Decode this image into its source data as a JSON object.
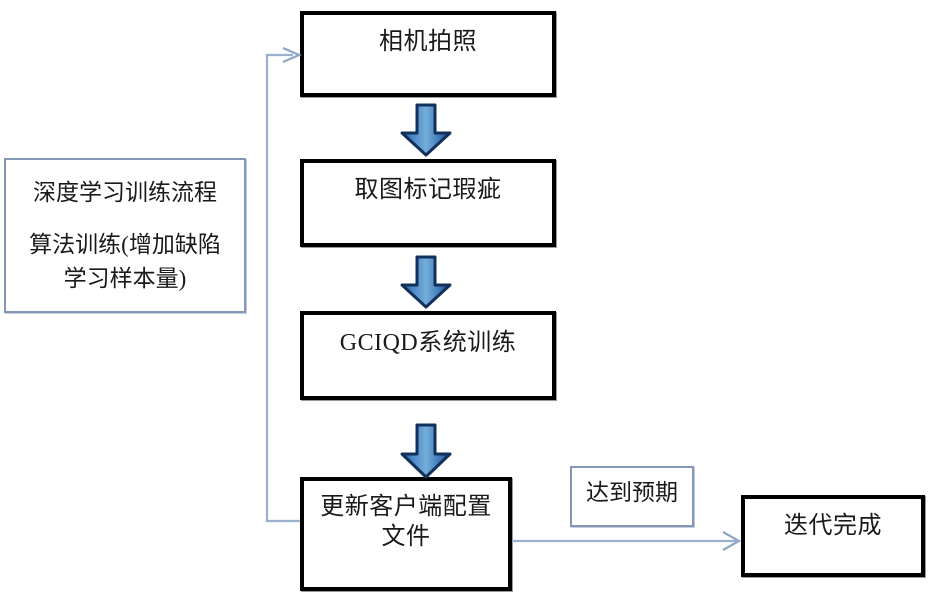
{
  "diagram": {
    "title_note": {
      "line1": "深度学习训练流程",
      "line2": "算法训练(增加缺陷\n学习样本量)"
    },
    "steps": [
      {
        "id": "step-1",
        "label": "相机拍照"
      },
      {
        "id": "step-2",
        "label": "取图标记瑕疵"
      },
      {
        "id": "step-3",
        "label": "GCIQD系统训练"
      },
      {
        "id": "step-4",
        "label": "更新客户端配置\n文件"
      }
    ],
    "condition_note": {
      "label": "达到预期"
    },
    "terminal": {
      "label": "迭代完成"
    },
    "arrows": {
      "down_1": "down-block-arrow",
      "down_2": "down-block-arrow",
      "down_3": "down-block-arrow",
      "feedback": "feedback-loop-arrow",
      "to_terminal": "right-line-arrow"
    },
    "colors": {
      "arrow_fill_light": "#5b9bd5",
      "arrow_fill_dark": "#1f3864",
      "arrow_outline": "#17375e",
      "box_border": "#000000",
      "note_border": "#8297b5",
      "connector_line": "#9bb0cc",
      "text": "#1a1a1a"
    }
  }
}
